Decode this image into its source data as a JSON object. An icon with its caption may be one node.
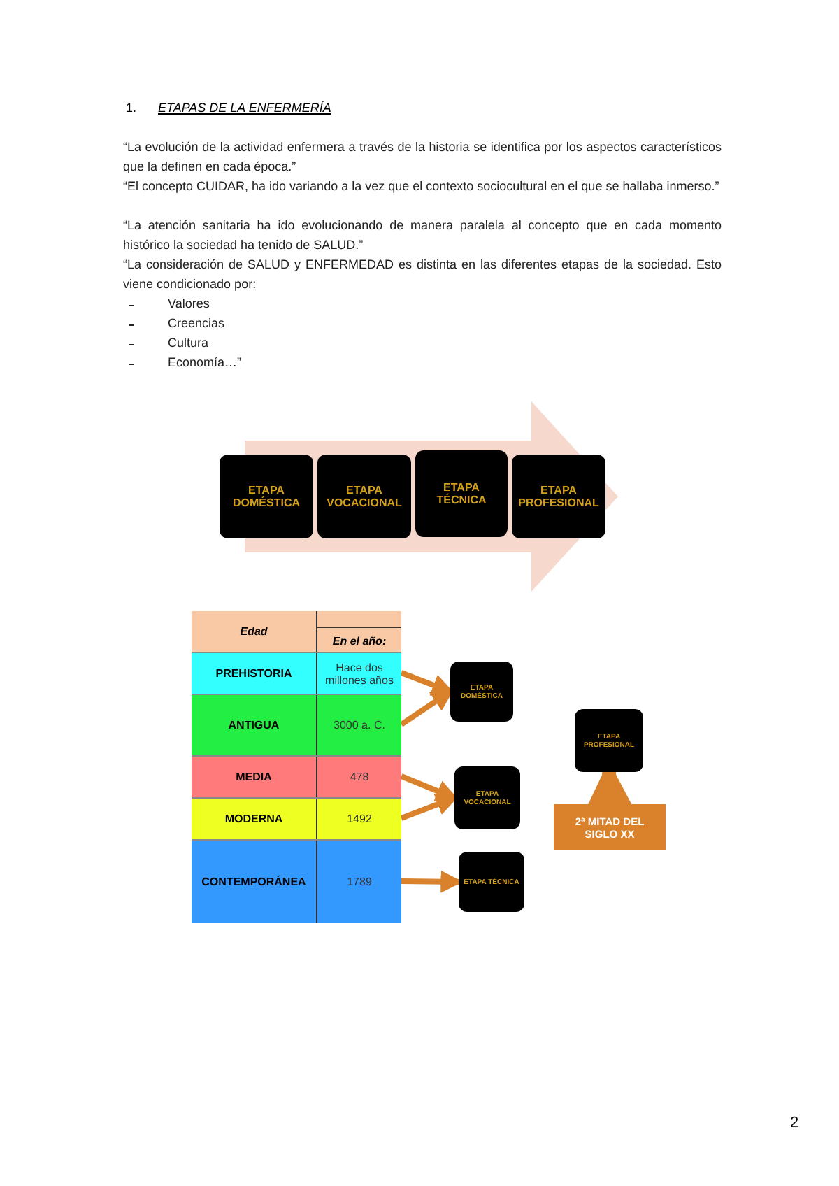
{
  "diagram": {
    "title": "ETAPAS DE LA ENFERMERÍA",
    "nodes": [
      {
        "text": [
          "ETAPA DOMÉSTICA"
        ]
      },
      {
        "text": [
          "ETAPA VOCACIONAL"
        ]
      },
      {
        "text": [
          "ETAPA TÉCNICA"
        ]
      },
      {
        "text": [
          "ETAPA PROFESIONAL"
        ]
      },
      {
        "text": [
          "PREHISTORIA",
          "Hace dos millones años"
        ]
      },
      {
        "text": [
          "ANTIGUA",
          "3000 a. C."
        ]
      },
      {
        "text": [
          "MEDIA",
          "478"
        ]
      },
      {
        "text": [
          "MODERNA",
          "1492"
        ]
      },
      {
        "text": [
          "CONTEMPORÁNEA",
          "1789"
        ]
      },
      {
        "text": [
          "ETAPA DOMÉSTICA"
        ]
      },
      {
        "text": [
          "ETAPA VOCACIONAL"
        ]
      },
      {
        "text": [
          "ETAPA TÉCNICA"
        ]
      },
      {
        "text": [
          "ETAPA PROFESIONAL"
        ]
      },
      {
        "text": [
          "2ª MITAD DEL SIGLO XX"
        ]
      }
    ],
    "edges": [
      {
        "from": 4,
        "to": 9,
        "arrow": "to"
      },
      {
        "from": 5,
        "to": 9,
        "arrow": "to"
      },
      {
        "from": 6,
        "to": 10,
        "arrow": "to"
      },
      {
        "from": 7,
        "to": 10,
        "arrow": "to"
      },
      {
        "from": 8,
        "to": 11,
        "arrow": "to"
      },
      {
        "from": 13,
        "to": 12,
        "arrow": "to",
        "style": "thick"
      },
      {
        "from": 0,
        "to": 3,
        "arrow": "to",
        "style": "thick",
        "color": "#f6d9cc"
      }
    ],
    "labels": [
      "1.",
      "“La evolución de la actividad enfermera a través de la historia se identifica por los aspectos característicos que la definen en cada época.”",
      "“El concepto CUIDAR, ha ido variando a la vez que el contexto sociocultural en el que se hallaba inmerso.”",
      "“La atención sanitaria ha ido evolucionando de manera paralela al concepto que en cada momento histórico la sociedad ha tenido de SALUD.”",
      "“La consideración de SALUD y ENFERMEDAD es distinta en las diferentes etapas de la sociedad. Esto viene condicionado por:",
      "Valores",
      "Creencias",
      "Cultura",
      "Economía…”",
      "Edad",
      "En el año:",
      "2"
    ]
  }
}
